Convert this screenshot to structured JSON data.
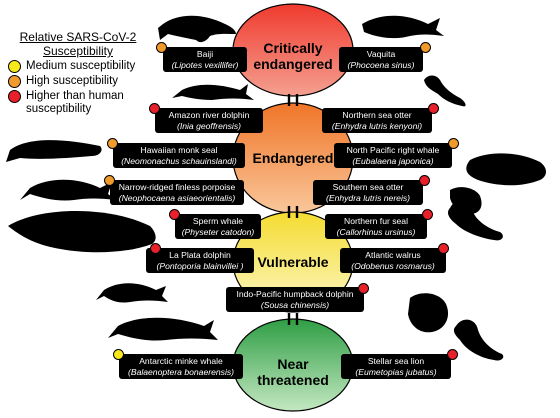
{
  "colors": {
    "medium": "#f7e81c",
    "high": "#f09a2b",
    "higher": "#e8202a",
    "critical_fill_top": "#f04a3a",
    "critical_fill_bottom": "#f49a8a",
    "endangered_fill_top": "#f07a30",
    "endangered_fill_bottom": "#f8c090",
    "vulnerable_fill_top": "#f6e040",
    "vulnerable_fill_bottom": "#fbf3b0",
    "near_fill_top": "#34a84a",
    "near_fill_bottom": "#b6e2b4"
  },
  "legend": {
    "title_line1": "Relative SARS-CoV-2",
    "title_line2": "Susceptibility",
    "items": [
      {
        "label": "Medium susceptibility",
        "level": "medium"
      },
      {
        "label": "High susceptibility",
        "level": "high"
      },
      {
        "label": "Higher than human",
        "level": "higher"
      }
    ],
    "items_extra_line": "susceptibility"
  },
  "categories": {
    "critical": {
      "line1": "Critically",
      "line2": "endangered"
    },
    "endangered": {
      "line1": "Endangered"
    },
    "vulnerable": {
      "line1": "Vulnerable"
    },
    "near": {
      "line1": "Near",
      "line2": "threatened"
    }
  },
  "equals_symbol": "=",
  "species": [
    {
      "id": "baiji",
      "common": "Baiji",
      "scientific": "(Lipotes vexillifer)",
      "level": "high"
    },
    {
      "id": "vaquita",
      "common": "Vaquita",
      "scientific": "(Phocoena sinus)",
      "level": "high"
    },
    {
      "id": "amazon",
      "common": "Amazon river dolphin",
      "scientific": "(Inia geoffrensis)",
      "level": "higher"
    },
    {
      "id": "nsotter",
      "common": "Northern sea otter",
      "scientific": "(Enhydra lutris kenyoni)",
      "level": "higher"
    },
    {
      "id": "monkseal",
      "common": "Hawaiian monk seal",
      "scientific": "(Neomonachus schauinslandi)",
      "level": "high"
    },
    {
      "id": "nprw",
      "common": "North Pacific right whale",
      "scientific": "(Eubalaena japonica)",
      "level": "high"
    },
    {
      "id": "porpoise",
      "common": "Narrow-ridged finless porpoise",
      "scientific": "(Neophocaena asiaeorientalis)",
      "level": "high"
    },
    {
      "id": "ssotter",
      "common": "Southern sea otter",
      "scientific": "(Enhydra lutris nereis)",
      "level": "higher"
    },
    {
      "id": "sperm",
      "common": "Sperm whale",
      "scientific": "(Physeter catodon)",
      "level": "higher"
    },
    {
      "id": "furseal",
      "common": "Northern fur seal",
      "scientific": "(Callorhinus ursinus)",
      "level": "higher"
    },
    {
      "id": "laplata",
      "common": "La Plata dolphin",
      "scientific": "(Pontoporia blainvillei )",
      "level": "higher"
    },
    {
      "id": "walrus",
      "common": "Atlantic walrus",
      "scientific": "(Odobenus rosmarus)",
      "level": "higher"
    },
    {
      "id": "humpback",
      "common": "Indo-Pacific humpback dolphin",
      "scientific": "(Sousa chinensis)",
      "level": "higher"
    },
    {
      "id": "minke",
      "common": "Antarctic minke whale",
      "scientific": "(Balaenoptera bonaerensis)",
      "level": "medium"
    },
    {
      "id": "sealion",
      "common": "Stellar sea lion",
      "scientific": "(Eumetopias jubatus)",
      "level": "higher"
    }
  ]
}
